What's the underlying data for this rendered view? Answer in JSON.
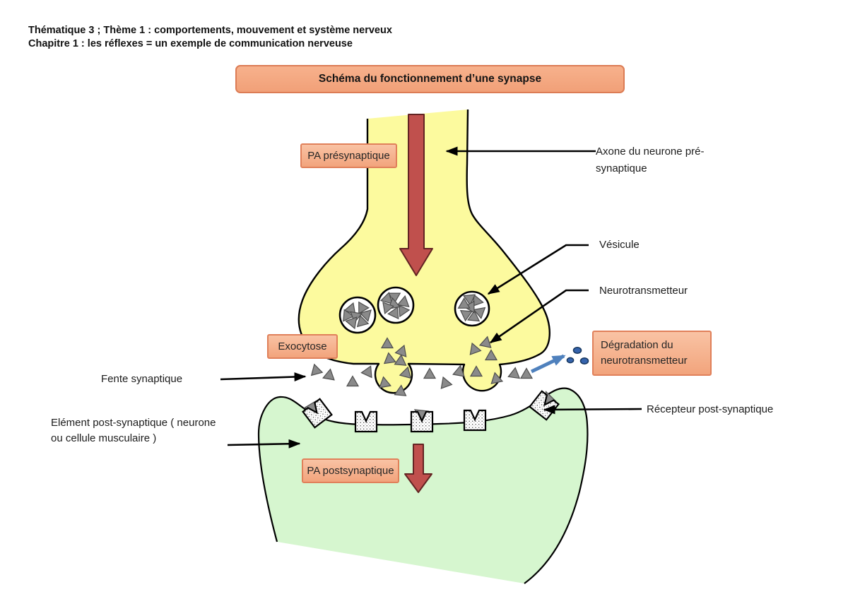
{
  "header": {
    "line1": "Thématique 3 ; Thème 1 : comportements, mouvement et système nerveux",
    "line2": "Chapitre 1 : les réflexes = un exemple de communication nerveuse"
  },
  "title": "Schéma du fonctionnement d’une synapse",
  "labels": {
    "pa_presynaptique": "PA présynaptique",
    "axone_line1": "Axone du neurone pré-",
    "axone_line2": "synaptique",
    "vesicule": "Vésicule",
    "neurotransmetteur": "Neurotransmetteur",
    "exocytose": "Exocytose",
    "degradation_line1": "Dégradation du",
    "degradation_line2": "neurotransmetteur",
    "fente_synaptique": "Fente synaptique",
    "recepteur": "Récepteur post-synaptique",
    "element_line1": "Elément post-synaptique ( neurone",
    "element_line2": "ou cellule musculaire )",
    "pa_postsynaptique": "PA postsynaptique"
  },
  "colors": {
    "axon_fill": "#FCFA9E",
    "postsynaptic_fill": "#D6F6CF",
    "action_potential_arrow_fill": "#C0504D",
    "action_potential_arrow_border": "#632423",
    "box_fill": "#F5AB84",
    "box_border": "#E0805A",
    "degradation_arrow_blue": "#4F81BD",
    "neurotransmitter_dot_blue": "#3563AC",
    "neurotransmitter_gray": "#8A8A8A",
    "outline": "#000000"
  }
}
